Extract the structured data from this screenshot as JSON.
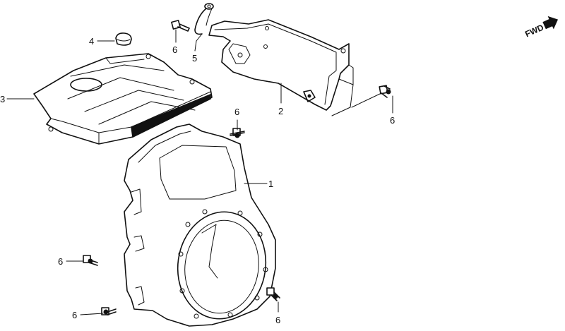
{
  "callouts": {
    "part_1": "1",
    "part_2": "2",
    "part_3": "3",
    "part_4": "4",
    "part_5": "5",
    "bolt_a": "6",
    "bolt_b": "6",
    "bolt_c": "6",
    "bolt_d": "6",
    "bolt_e": "6",
    "bolt_f": "6"
  },
  "direction_marker": {
    "label": "FWD",
    "icon": "forward-arrow-icon"
  }
}
